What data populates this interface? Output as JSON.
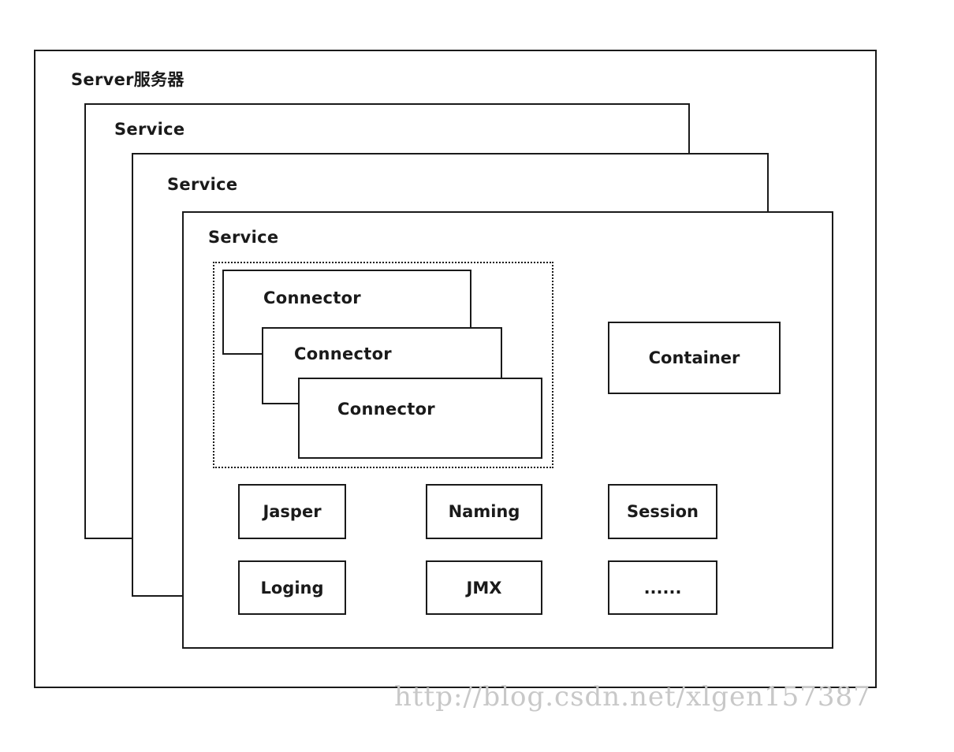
{
  "server": {
    "label": "Server服务器"
  },
  "services": [
    {
      "label": "Service"
    },
    {
      "label": "Service"
    },
    {
      "label": "Service"
    }
  ],
  "connectors": [
    {
      "label": "Connector"
    },
    {
      "label": "Connector"
    },
    {
      "label": "Connector"
    }
  ],
  "container": {
    "label": "Container"
  },
  "components": [
    {
      "label": "Jasper"
    },
    {
      "label": "Naming"
    },
    {
      "label": "Session"
    },
    {
      "label": "Loging"
    },
    {
      "label": "JMX"
    },
    {
      "label": "......"
    }
  ],
  "watermark": "http://blog.csdn.net/xlgen157387"
}
